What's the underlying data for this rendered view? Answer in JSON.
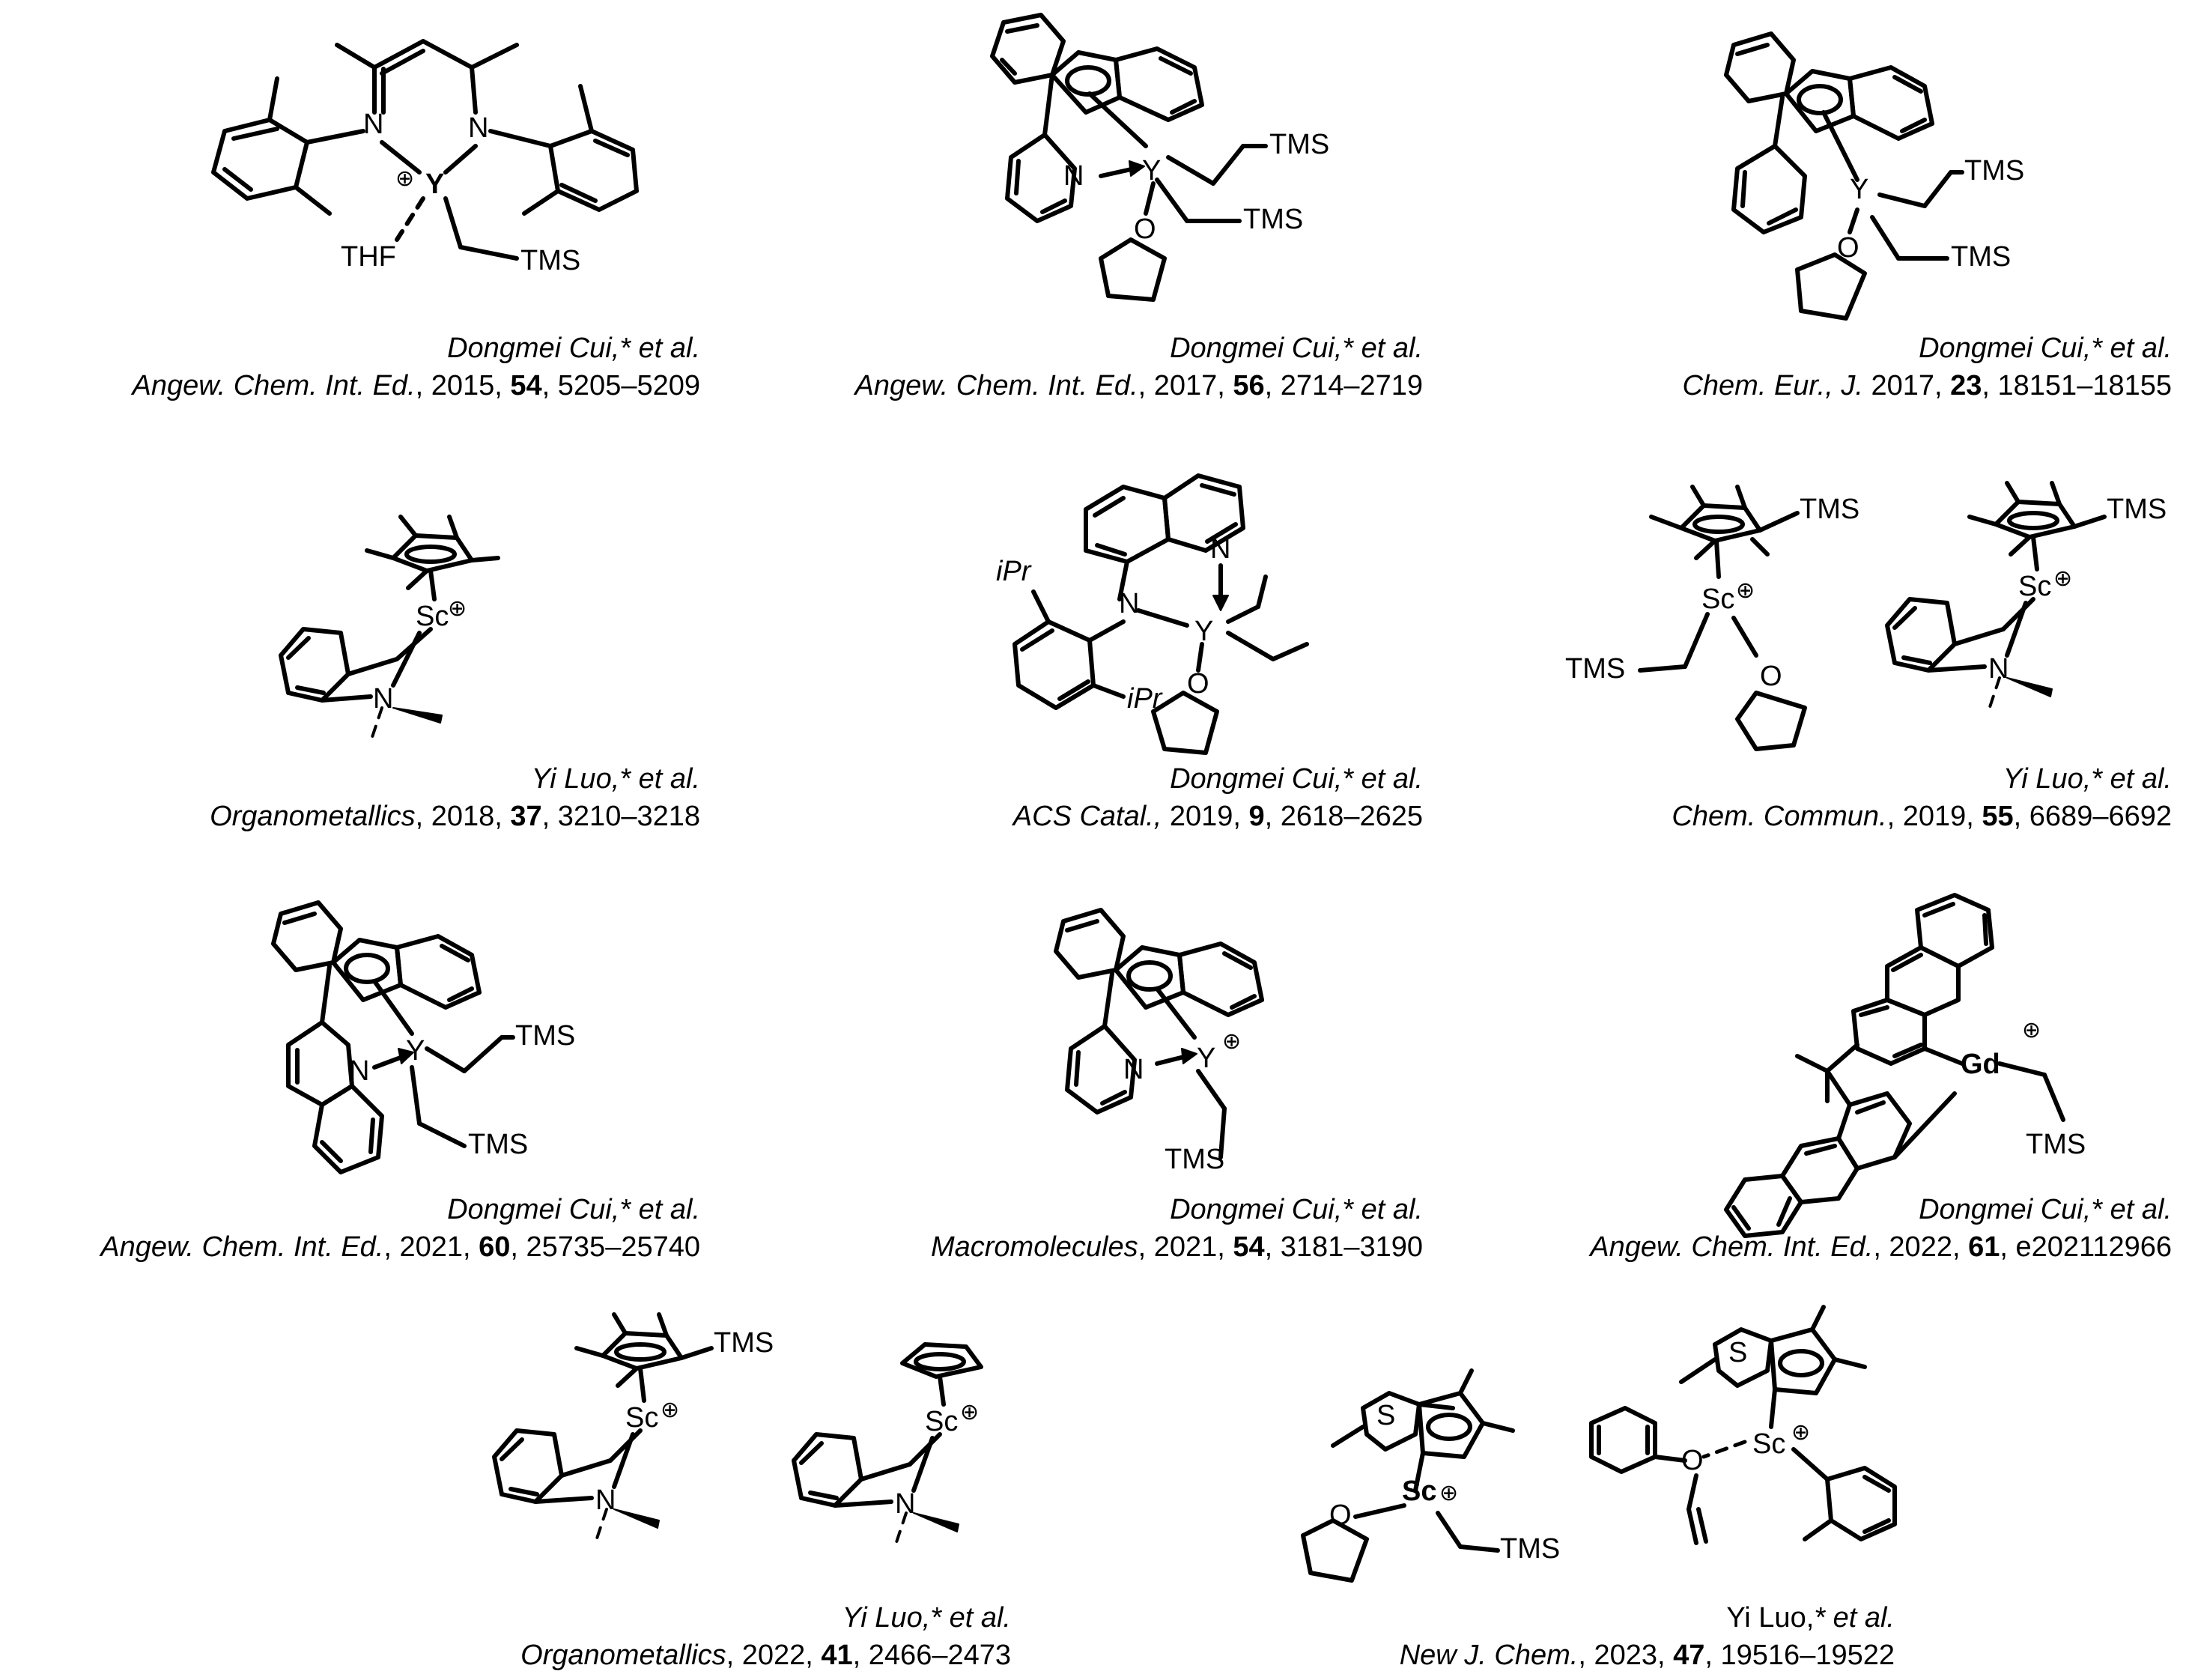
{
  "labels": {
    "tms": "TMS",
    "thf": "THF",
    "n": "N",
    "o": "O",
    "s": "S",
    "y": "Y",
    "sc": "Sc",
    "gd": "Gd",
    "ipr": "iPr",
    "plus": "⊕"
  },
  "citations": [
    {
      "author": "Dongmei Cui,* et al.",
      "journal": "Angew. Chem. Int. Ed.",
      "year": ", 2015, ",
      "volume": "54",
      "pages": ", 5205–5209"
    },
    {
      "author": "Dongmei Cui,* et al.",
      "journal": "Angew. Chem. Int. Ed.",
      "year": ", 2017, ",
      "volume": "56",
      "pages": ", 2714–2719"
    },
    {
      "author": "Dongmei Cui,* et al.",
      "journal": "Chem. Eur., J.",
      "year": " 2017, ",
      "volume": "23",
      "pages": ", 18151–18155"
    },
    {
      "author": "Yi Luo,* et al.",
      "journal": "Organometallics",
      "year": ", 2018, ",
      "volume": "37",
      "pages": ", 3210–3218"
    },
    {
      "author": "Dongmei Cui,* et al.",
      "journal": "ACS Catal.,",
      "year": " 2019, ",
      "volume": "9",
      "pages": ", 2618–2625"
    },
    {
      "author": "Yi Luo,* et al.",
      "journal": "Chem. Commun.",
      "year": ", 2019, ",
      "volume": "55",
      "pages": ", 6689–6692"
    },
    {
      "author": "Dongmei Cui,* et al.",
      "journal": "Angew. Chem. Int. Ed.",
      "year": ", 2021, ",
      "volume": "60",
      "pages": ", 25735–25740"
    },
    {
      "author": "Dongmei Cui,* et al.",
      "journal": "Macromolecules",
      "year": ", 2021, ",
      "volume": "54",
      "pages": ", 3181–3190"
    },
    {
      "author": "Dongmei Cui,* et al.",
      "journal": "Angew. Chem. Int. Ed.",
      "year": ", 2022, ",
      "volume": "61",
      "pages": ", e202112966"
    },
    {
      "author": "Yi Luo,* et al.",
      "journal": "Organometallics",
      "year": ", 2022, ",
      "volume": "41",
      "pages": ", 2466–2473"
    },
    {
      "author_plain": "Yi Luo,",
      "author_italic": "* et al.",
      "journal": "New J. Chem.",
      "year": ", 2023, ",
      "volume": "47",
      "pages": ", 19516–19522"
    }
  ]
}
